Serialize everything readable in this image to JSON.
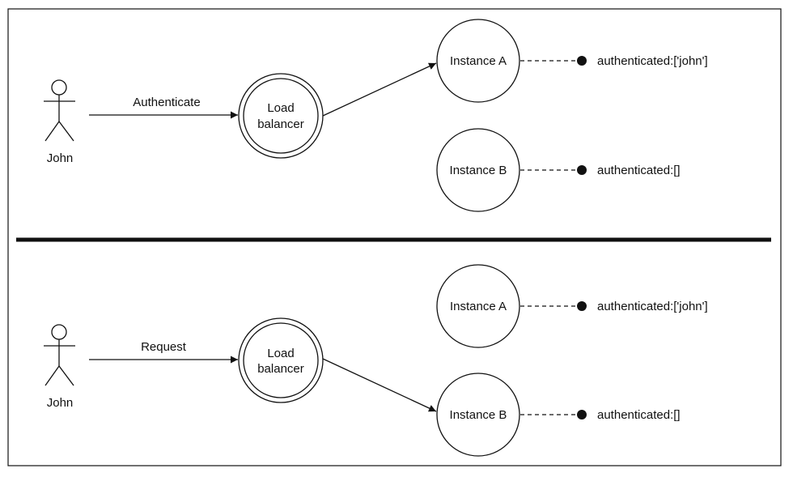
{
  "panels": [
    {
      "actor": "John",
      "arrow_label": "Authenticate",
      "load_balancer": [
        "Load",
        "balancer"
      ],
      "instances": [
        {
          "name": "Instance A",
          "state": "authenticated:['john']"
        },
        {
          "name": "Instance B",
          "state": "authenticated:[]"
        }
      ],
      "routed_to": "Instance A"
    },
    {
      "actor": "John",
      "arrow_label": "Request",
      "load_balancer": [
        "Load",
        "balancer"
      ],
      "instances": [
        {
          "name": "Instance A",
          "state": "authenticated:['john']"
        },
        {
          "name": "Instance B",
          "state": "authenticated:[]"
        }
      ],
      "routed_to": "Instance B"
    }
  ]
}
